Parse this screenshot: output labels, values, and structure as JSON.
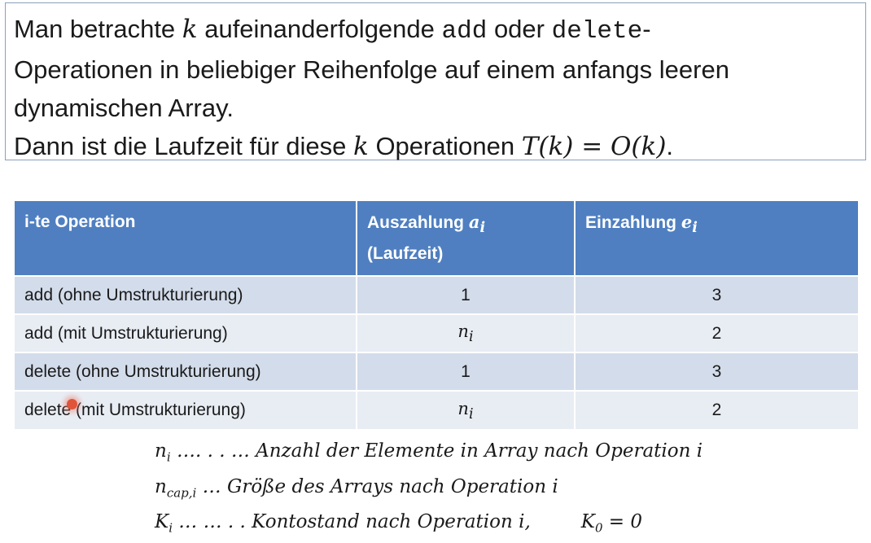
{
  "theorem": {
    "l1_a": "Man betrachte ",
    "l1_k": "k",
    "l1_b": " aufeinanderfolgende ",
    "l1_add": "add",
    "l1_c": " oder ",
    "l1_delete": "delete",
    "l1_d": "-",
    "l2": "Operationen in beliebiger Reihenfolge auf einem anfangs leeren",
    "l3": "dynamischen Array.",
    "l4_a": "Dann ist die Laufzeit für diese ",
    "l4_k": "k",
    "l4_b": " Operationen ",
    "l4_formula": "T(k) = O(k)",
    "l4_c": "."
  },
  "table": {
    "headers": {
      "op": "i-te Operation",
      "cost_label": "Auszahlung",
      "cost_var": "a",
      "cost_sub": "i",
      "cost_note": "(Laufzeit)",
      "deposit_label": "Einzahlung",
      "deposit_var": "e",
      "deposit_sub": "i"
    },
    "rows": [
      {
        "op": "add (ohne Umstrukturierung)",
        "cost": "1",
        "deposit": "3"
      },
      {
        "op": "add (mit Umstrukturierung)",
        "cost_var": "n",
        "cost_sub": "i",
        "deposit": "2"
      },
      {
        "op": "delete (ohne Umstrukturierung)",
        "cost": "1",
        "deposit": "3"
      },
      {
        "op": "delete (mit Umstrukturierung)",
        "cost_var": "n",
        "cost_sub": "i",
        "deposit": "2"
      }
    ]
  },
  "legend": {
    "n_var": "n",
    "n_sub": "i",
    "n_text": " …. . . … Anzahl der Elemente in Array nach Operation i",
    "ncap_var": "n",
    "ncap_sub": "cap,i",
    "ncap_text": " … Größe des Arrays nach Operation i",
    "k_var": "K",
    "k_sub": "i",
    "k_text": " … … . . Kontostand nach Operation i,",
    "k0_var": "K",
    "k0_sub": "0",
    "k0_text": " = 0"
  },
  "colors": {
    "header_bg": "#4f7fc0",
    "row_odd": "#d3dcea",
    "row_even": "#e8edf4",
    "box_border": "#8aa0b8"
  }
}
